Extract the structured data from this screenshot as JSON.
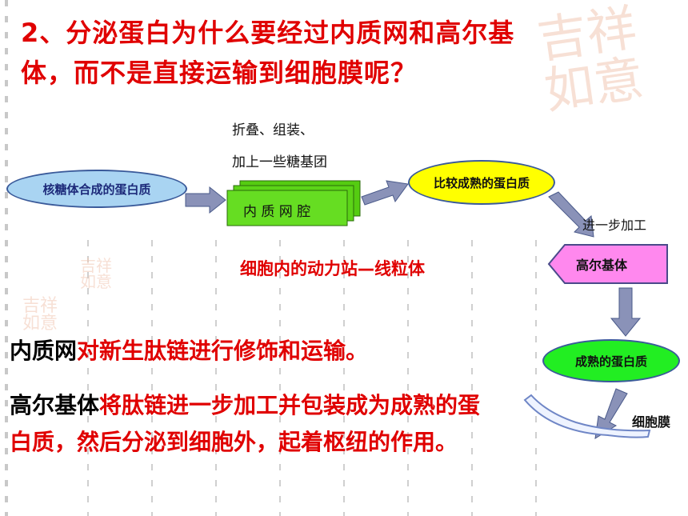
{
  "title": "2、分泌蛋白为什么要经过内质网和高尔基体，而不是直接运输到细胞膜呢？",
  "diagram": {
    "step1": "核糖体合成的蛋白质",
    "annotation1a": "折叠、组装、",
    "annotation1b": "加上一些糖基团",
    "er": "内 质 网 腔",
    "step2": "比较成熟的蛋白质",
    "annotation2": "进一步加工",
    "golgi": "高尔基体",
    "step3": "成熟的蛋白质",
    "membrane": "细胞膜",
    "mitochondria": "细胞内的动力站—线粒体"
  },
  "body": {
    "p1_key": "内质网",
    "p1_rest": "对新生肽链进行修饰和运输。",
    "p2_key": "高尔基体",
    "p2_rest": "将肽链进一步加工并包装成为成熟的蛋白质，然后分泌到细胞外，起着枢纽的作用。"
  },
  "colors": {
    "accent": "#e00000",
    "ellipse1": "#a9d4f2",
    "er": "#66dd22",
    "yellow": "#ffff00",
    "golgi": "#ff88ee",
    "green": "#22ee22",
    "arrow": "#8a92b8"
  }
}
